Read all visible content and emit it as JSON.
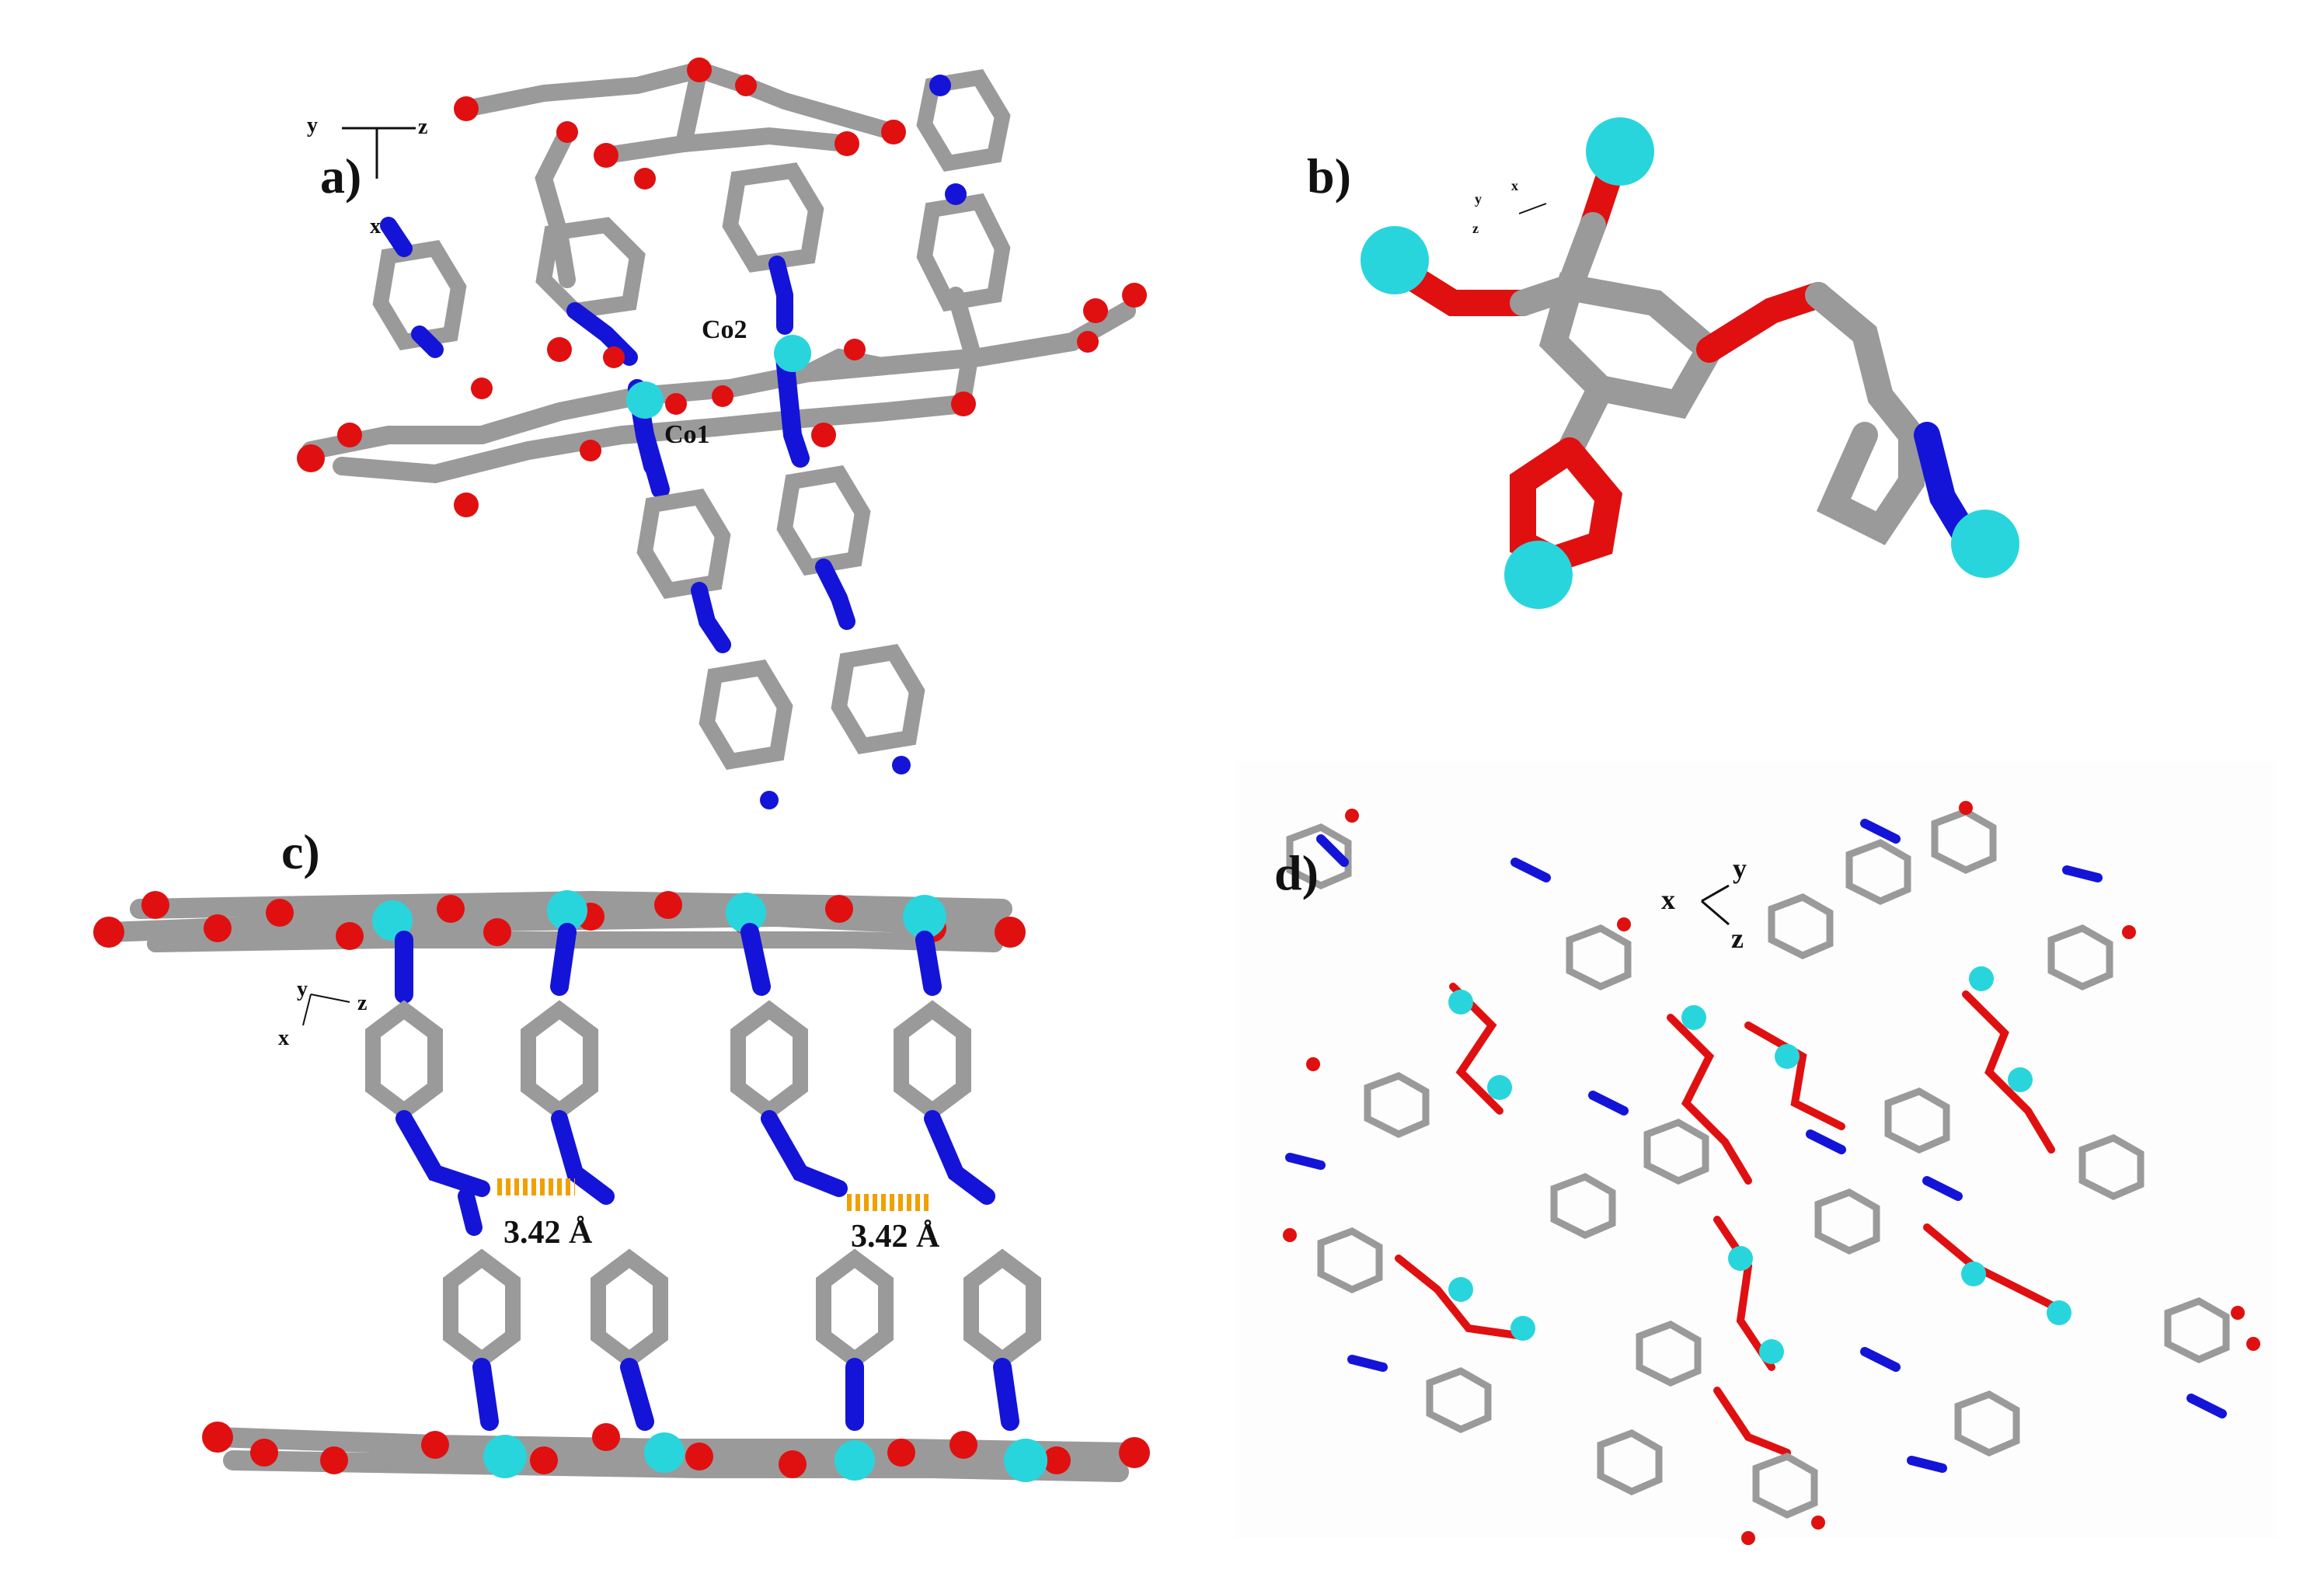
{
  "panels": {
    "a": {
      "label": "a)",
      "atoms": {
        "co1": "Co1",
        "co2": "Co2"
      },
      "axes": {
        "y": "y",
        "z": "z",
        "x": "x"
      }
    },
    "b": {
      "label": "b)",
      "axes": {
        "y": "y",
        "x": "x",
        "z": "z"
      }
    },
    "c": {
      "label": "c)",
      "axes": {
        "y": "y",
        "z": "z",
        "x": "x"
      },
      "distances": [
        "3.42 Å",
        "3.42 Å"
      ]
    },
    "d": {
      "label": "d)",
      "axes": {
        "x": "x",
        "y": "y",
        "z": "z"
      }
    }
  },
  "colors": {
    "carbon": "#9a9a9a",
    "nitrogen": "#1414d8",
    "oxygen": "#e01010",
    "cobalt": "#29d5dc",
    "contact": "#f0a000"
  }
}
